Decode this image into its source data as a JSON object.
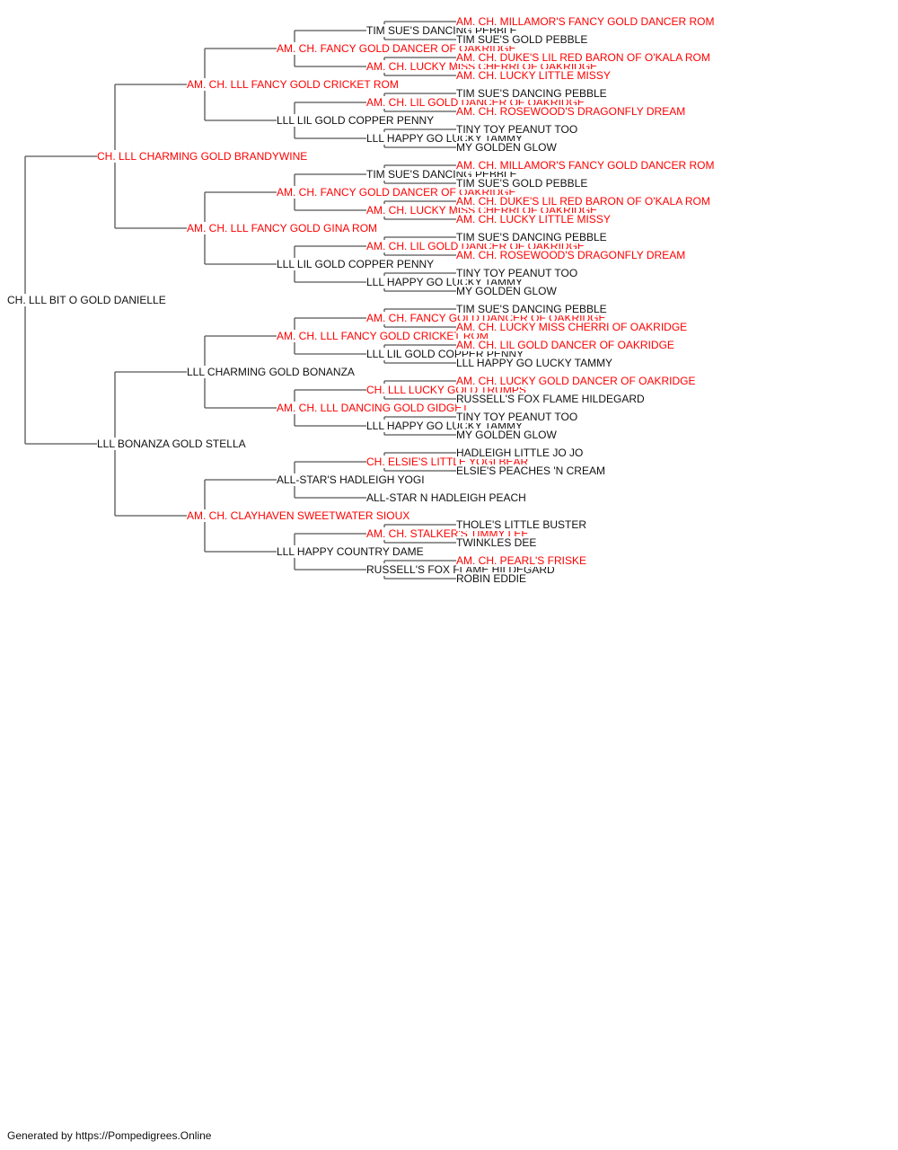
{
  "colors": {
    "champion": "#ff0000",
    "normal": "#111111",
    "line": "#555555"
  },
  "footer": "Generated by https://Pompedigrees.Online",
  "pedigree": {
    "name": "CH. LLL BIT O GOLD DANIELLE",
    "ch": false,
    "sire": {
      "name": "CH. LLL CHARMING GOLD BRANDYWINE",
      "ch": true,
      "sire": {
        "name": "AM. CH. LLL FANCY GOLD CRICKET ROM",
        "ch": true,
        "sire": {
          "name": "AM. CH. FANCY GOLD DANCER OF OAKRIDGE",
          "ch": true,
          "sire": {
            "name": "TIM SUE'S DANCING PEBBLE",
            "ch": false,
            "sire": {
              "name": "AM. CH. MILLAMOR'S FANCY GOLD DANCER ROM",
              "ch": true
            },
            "dam": {
              "name": "TIM SUE'S GOLD PEBBLE",
              "ch": false
            }
          },
          "dam": {
            "name": "AM. CH. LUCKY MISS CHERRI OF OAKRIDGE",
            "ch": true,
            "sire": {
              "name": "AM. CH. DUKE'S LIL RED BARON OF O'KALA ROM",
              "ch": true
            },
            "dam": {
              "name": "AM. CH. LUCKY LITTLE MISSY",
              "ch": true
            }
          }
        },
        "dam": {
          "name": "LLL LIL GOLD COPPER PENNY",
          "ch": false,
          "sire": {
            "name": "AM. CH. LIL GOLD DANCER OF OAKRIDGE",
            "ch": true,
            "sire": {
              "name": "TIM SUE'S DANCING PEBBLE",
              "ch": false
            },
            "dam": {
              "name": "AM. CH. ROSEWOOD'S DRAGONFLY DREAM",
              "ch": true
            }
          },
          "dam": {
            "name": "LLL HAPPY GO LUCKY TAMMY",
            "ch": false,
            "sire": {
              "name": "TINY TOY PEANUT TOO",
              "ch": false
            },
            "dam": {
              "name": "MY GOLDEN GLOW",
              "ch": false
            }
          }
        }
      },
      "dam": {
        "name": "AM. CH. LLL FANCY GOLD GINA ROM",
        "ch": true,
        "sire": {
          "name": "AM. CH. FANCY GOLD DANCER OF OAKRIDGE",
          "ch": true,
          "sire": {
            "name": "TIM SUE'S DANCING PEBBLE",
            "ch": false,
            "sire": {
              "name": "AM. CH. MILLAMOR'S FANCY GOLD DANCER ROM",
              "ch": true
            },
            "dam": {
              "name": "TIM SUE'S GOLD PEBBLE",
              "ch": false
            }
          },
          "dam": {
            "name": "AM. CH. LUCKY MISS CHERRI OF OAKRIDGE",
            "ch": true,
            "sire": {
              "name": "AM. CH. DUKE'S LIL RED BARON OF O'KALA ROM",
              "ch": true
            },
            "dam": {
              "name": "AM. CH. LUCKY LITTLE MISSY",
              "ch": true
            }
          }
        },
        "dam": {
          "name": "LLL LIL GOLD COPPER PENNY",
          "ch": false,
          "sire": {
            "name": "AM. CH. LIL GOLD DANCER OF OAKRIDGE",
            "ch": true,
            "sire": {
              "name": "TIM SUE'S DANCING PEBBLE",
              "ch": false
            },
            "dam": {
              "name": "AM. CH. ROSEWOOD'S DRAGONFLY DREAM",
              "ch": true
            }
          },
          "dam": {
            "name": "LLL HAPPY GO LUCKY TAMMY",
            "ch": false,
            "sire": {
              "name": "TINY TOY PEANUT TOO",
              "ch": false
            },
            "dam": {
              "name": "MY GOLDEN GLOW",
              "ch": false
            }
          }
        }
      }
    },
    "dam": {
      "name": "LLL BONANZA GOLD STELLA",
      "ch": false,
      "sire": {
        "name": "LLL CHARMING GOLD BONANZA",
        "ch": false,
        "sire": {
          "name": "AM. CH. LLL FANCY GOLD CRICKET ROM",
          "ch": true,
          "sire": {
            "name": "AM. CH. FANCY GOLD DANCER OF OAKRIDGE",
            "ch": true,
            "sire": {
              "name": "TIM SUE'S DANCING PEBBLE",
              "ch": false
            },
            "dam": {
              "name": "AM. CH. LUCKY MISS CHERRI OF OAKRIDGE",
              "ch": true
            }
          },
          "dam": {
            "name": "LLL LIL GOLD COPPER PENNY",
            "ch": false,
            "sire": {
              "name": "AM. CH. LIL GOLD DANCER OF OAKRIDGE",
              "ch": true
            },
            "dam": {
              "name": "LLL HAPPY GO LUCKY TAMMY",
              "ch": false
            }
          }
        },
        "dam": {
          "name": "AM. CH. LLL DANCING GOLD GIDGET",
          "ch": true,
          "sire": {
            "name": "CH. LLL LUCKY GOLD TRUMPS",
            "ch": true,
            "sire": {
              "name": "AM. CH. LUCKY GOLD DANCER OF OAKRIDGE",
              "ch": true
            },
            "dam": {
              "name": "RUSSELL'S FOX FLAME HILDEGARD",
              "ch": false
            }
          },
          "dam": {
            "name": "LLL HAPPY GO LUCKY TAMMY",
            "ch": false,
            "sire": {
              "name": "TINY TOY PEANUT TOO",
              "ch": false
            },
            "dam": {
              "name": "MY GOLDEN GLOW",
              "ch": false
            }
          }
        }
      },
      "dam": {
        "name": "AM. CH. CLAYHAVEN SWEETWATER SIOUX",
        "ch": true,
        "sire": {
          "name": "ALL-STAR'S HADLEIGH YOGI",
          "ch": false,
          "sire": {
            "name": "CH. ELSIE'S LITTLE YOGI BEAR",
            "ch": true,
            "sire": {
              "name": "HADLEIGH LITTLE JO JO",
              "ch": false
            },
            "dam": {
              "name": "ELSIE'S PEACHES 'N CREAM",
              "ch": false
            }
          },
          "dam": {
            "name": "ALL-STAR N HADLEIGH PEACH",
            "ch": false
          }
        },
        "dam": {
          "name": "LLL HAPPY COUNTRY DAME",
          "ch": false,
          "sire": {
            "name": "AM. CH. STALKER'S TIMMY LEE",
            "ch": true,
            "sire": {
              "name": "THOLE'S LITTLE BUSTER",
              "ch": false
            },
            "dam": {
              "name": "TWINKLES DEE",
              "ch": false
            }
          },
          "dam": {
            "name": "RUSSELL'S FOX FLAME HILDEGARD",
            "ch": false,
            "sire": {
              "name": "AM. CH. PEARL'S FRISKE",
              "ch": true
            },
            "dam": {
              "name": "ROBIN EDDIE",
              "ch": false
            }
          }
        }
      }
    }
  }
}
